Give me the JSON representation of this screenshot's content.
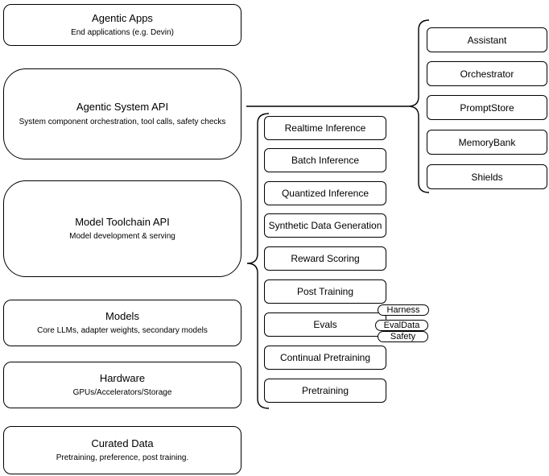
{
  "diagram": {
    "layers": [
      {
        "title": "Agentic Apps",
        "subtitle": "End applications (e.g. Devin)"
      },
      {
        "title": "Agentic System API",
        "subtitle": "System component orchestration, tool calls, safety checks"
      },
      {
        "title": "Model Toolchain API",
        "subtitle": "Model development & serving"
      },
      {
        "title": "Models",
        "subtitle": "Core LLMs, adapter weights, secondary models"
      },
      {
        "title": "Hardware",
        "subtitle": "GPUs/Accelerators/Storage"
      },
      {
        "title": "Curated Data",
        "subtitle": "Pretraining, preference, post training."
      }
    ],
    "toolchain_items": [
      "Realtime Inference",
      "Batch Inference",
      "Quantized Inference",
      "Synthetic Data Generation",
      "Reward Scoring",
      "Post Training",
      "Evals",
      "Continual Pretraining",
      "Pretraining"
    ],
    "eval_tags": [
      "Harness",
      "EvalData",
      "Safety"
    ],
    "system_components": [
      "Assistant",
      "Orchestrator",
      "PromptStore",
      "MemoryBank",
      "Shields"
    ],
    "colors": {
      "stroke": "#000000",
      "fill": "#ffffff",
      "background": "#ffffff"
    }
  }
}
